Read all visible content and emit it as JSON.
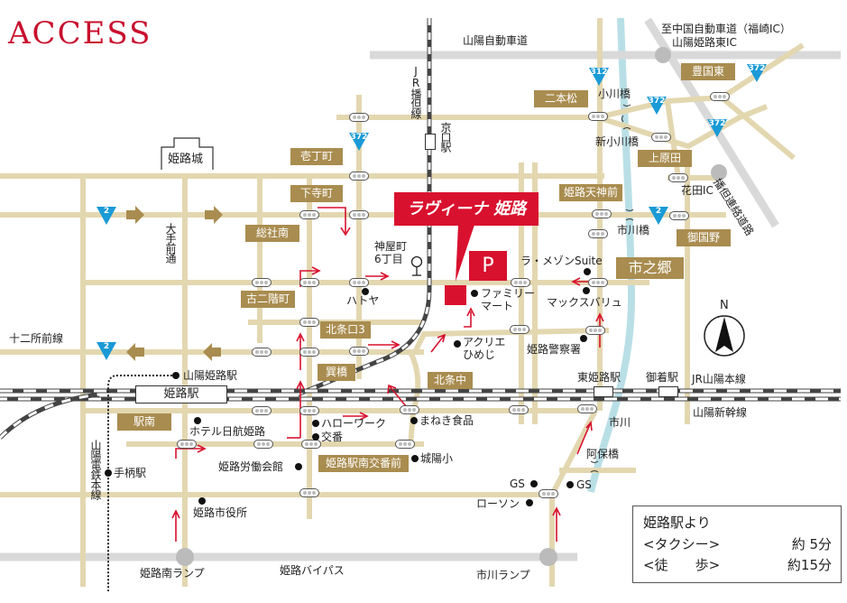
{
  "title": "ACCESS",
  "property": {
    "name": "ラヴィーナ 姫路",
    "parking": "P"
  },
  "landmarks": {
    "castle": "姫路城",
    "himeji_station": "姫路駅"
  },
  "road_labels": {
    "sanyo_expressway": "山陽自動車道",
    "to_chugoku": "至中国自動車道（福崎IC）",
    "sanyo_himeji_east_ic": "山陽姫路東IC",
    "ogawabashi": "小川橋",
    "shin_ogawabashi": "新小川橋",
    "hanada_ic": "花田IC",
    "ichikawabashi": "市川橋",
    "ichikawa_river": "市川",
    "abobashi": "阿保橋",
    "junisho": "十二所前線",
    "himeji_minami_ramp": "姫路南ランプ",
    "himeji_bypass": "姫路バイパス",
    "ichikawa_ramp": "市川ランプ",
    "bantan_road": "播但連絡道路",
    "otemae": "大手前通",
    "jr_bantan": "JR播但線",
    "kyoguchi_station": "京口駅",
    "sanyo_railway": "山陽電鉄本線",
    "higashi_himeji_station": "東姫路駅",
    "gochaku_station": "御着駅",
    "jr_sanyo_line": "JR山陽本線",
    "sanyo_shinkansen": "山陽新幹線"
  },
  "intersections": [
    "壱丁町",
    "下寺町",
    "総社南",
    "古二階町",
    "北条口3",
    "巽橋",
    "北条中",
    "駅南",
    "姫路駅南交番前",
    "二本松",
    "豊国東",
    "上原田",
    "姫路天神前",
    "御国野",
    "市之郷"
  ],
  "routes": [
    "372",
    "2",
    "2",
    "312",
    "372",
    "372",
    "372",
    "2"
  ],
  "places": {
    "kamiyacho": "神屋町\n6丁目",
    "hatoya": "ハトヤ",
    "familymart": "ファミリー\nマート",
    "lamaison": "ラ・メゾンSuite",
    "maxvalu": "マックスバリュ",
    "acrie": "アクリエ\nひめじ",
    "police": "姫路警察署",
    "maneki": "まねき食品",
    "joyo": "城陽小",
    "hellowork": "ハローワーク",
    "koban": "交番",
    "hotel_nikko": "ホテル日航姫路",
    "rodo_kaikan": "姫路労働会館",
    "city_hall": "姫路市役所",
    "tegara_station": "手柄駅",
    "sanyo_himeji_station": "山陽姫路駅",
    "gs1": "GS",
    "gs2": "GS",
    "lawson": "ローソン"
  },
  "compass": "N",
  "access_info": {
    "heading": "姫路駅より",
    "taxi_label": "<タクシー>",
    "taxi_time": "約 5分",
    "walk_label": "<徒　　歩>",
    "walk_time": "約15分"
  },
  "colors": {
    "accent": "#d8112e",
    "road": "#e3d7b0",
    "expressway": "#d9d9d9",
    "river": "#b9dfe6",
    "intersection_label": "#a98c4f",
    "route_shield": "#1a9ad6"
  }
}
